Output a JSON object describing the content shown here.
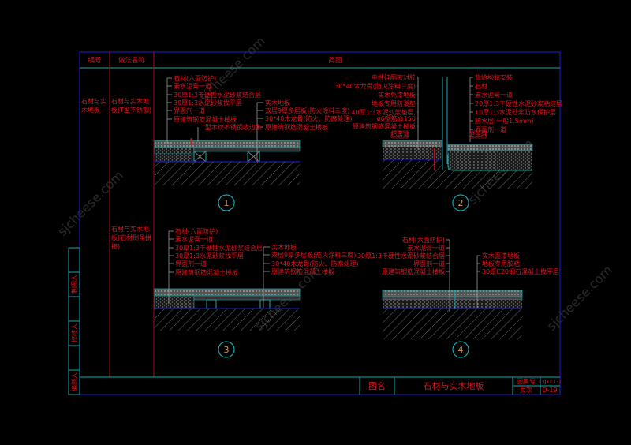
{
  "header": {
    "col_no": "编号",
    "col_name": "做法名称",
    "col_sketch": "简图"
  },
  "rows": [
    {
      "no": "石材与实木地板",
      "name": "石材与实木地板(T型不锈钢)"
    },
    {
      "no": "",
      "name": "石材与实木地板(石材倒角拼接)"
    }
  ],
  "side_labels": [
    "制图人",
    "校核人",
    "编制人"
  ],
  "details": [
    {
      "number": "1",
      "left_labels": [
        "石材(六面防护)",
        "素水泥膏一道",
        "30厚1:3干硬性水泥砂浆结合层",
        "30厚1:3水泥砂浆找平层",
        "界面剂一道",
        "原建筑钢筋混凝土楼板"
      ],
      "right_labels": [
        "实木地板",
        "双层9厚多层板(防火涂料三度)",
        "30*40木龙骨(防火、防腐处理)",
        "原建筑钢筋混凝土楼板"
      ],
      "extra_label": "T型木纹不锈钢收边条"
    },
    {
      "number": "2",
      "left_labels": [
        "中性硅酮密封胶",
        "30*40木龙骨(防火涂料三度)",
        "实木免漆地板",
        "地板专用防潮垫",
        "40厚1:3水泥沙浆垫层,",
        "ø6钢筋@150",
        "原建筑钢筋混凝土楼板"
      ],
      "left_room": "起居室",
      "right_labels": [
        "背给构胶安装",
        "石材",
        "素水泥膏一道",
        "20厚1:3干硬性水泥砂浆粘结层",
        "10厚1:3水泥砂浆防水保护层",
        "防水层(一般1.5mm)",
        "界面剂一道"
      ],
      "right_room": "卫生间"
    },
    {
      "number": "3",
      "left_labels": [
        "石材(六面防护)",
        "素水泥膏一道",
        "30厚1:3干硬性水泥砂浆结合层",
        "30厚1:3水泥砂浆找平层",
        "界面剂一道",
        "原建筑钢筋混凝土楼板"
      ],
      "right_labels": [
        "实木地板",
        "双层9厚多层板(防火涂料三度)",
        "30*40木龙骨(防火、防腐处理)",
        "原建筑钢筋混凝土楼板"
      ]
    },
    {
      "number": "4",
      "left_labels": [
        "石材(六面防护)",
        "素水泥膏一道",
        "30厚1:3干硬性水泥砂浆结合层",
        "界面剂一道",
        "原建筑钢筋混凝土楼板"
      ],
      "right_labels": [
        "实木面漆地板",
        "地板专用胶粘",
        "30厚C20细石混凝土找平层"
      ]
    }
  ],
  "title_block": {
    "name_label": "图名",
    "title": "石材与实木地板",
    "atlas_label": "图集号",
    "atlas_no": "13JTL1-1",
    "page_label": "页次",
    "page_no": "D-19"
  },
  "colors": {
    "line_red": "#e0141e",
    "frame_blue": "#1a1ab0",
    "cyan": "#12a7a7"
  }
}
